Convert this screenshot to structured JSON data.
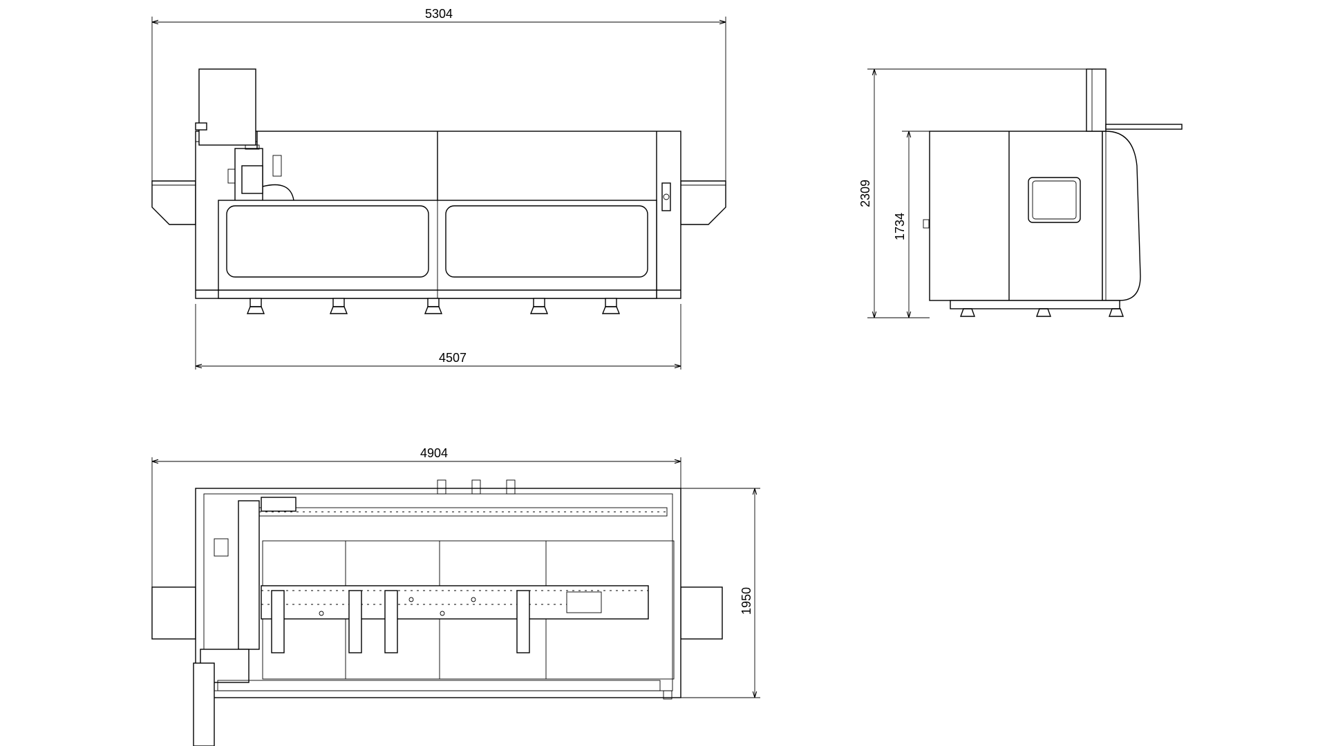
{
  "views": {
    "front": {
      "overall_width": "5304",
      "body_width": "4507"
    },
    "side": {
      "overall_height": "2309",
      "body_height": "1734"
    },
    "top": {
      "overall_width": "4904",
      "overall_depth": "1950"
    }
  }
}
